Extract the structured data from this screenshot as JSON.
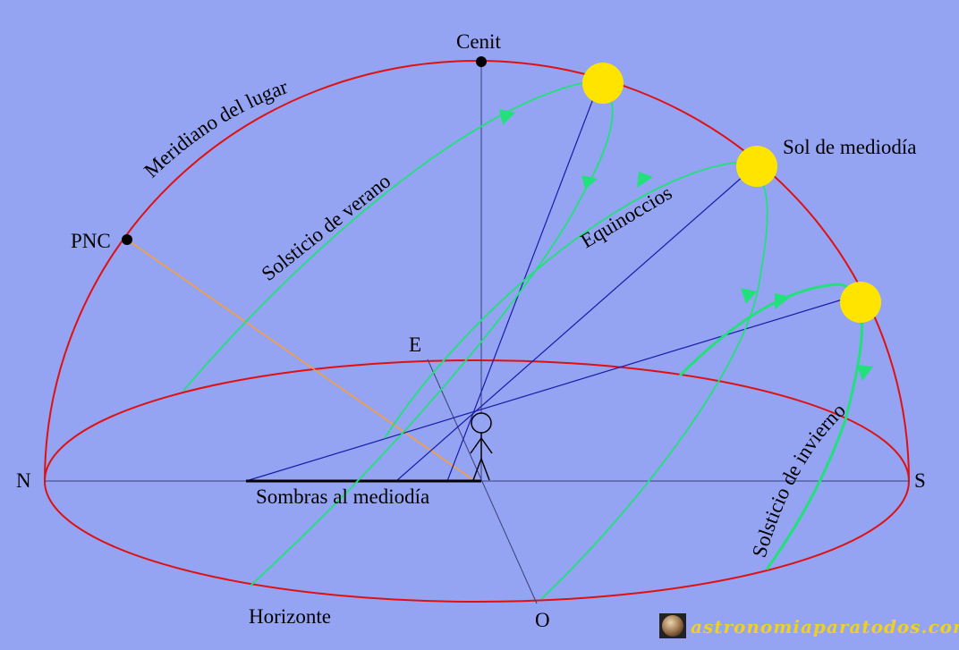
{
  "labels": {
    "zenith": "Cenit",
    "meridian": "Meridiano del lugar",
    "celestial_pole": "PNC",
    "north": "N",
    "south": "S",
    "east": "E",
    "west": "O",
    "horizon": "Horizonte",
    "noon_sun": "Sol de mediodía",
    "summer_solstice": "Solsticio de verano",
    "equinoxes": "Equinoccios",
    "winter_solstice": "Solsticio de invierno",
    "noon_shadows": "Sombras al mediodía"
  },
  "watermark": {
    "text": "astronomiaparatodos.com"
  },
  "colors": {
    "background": "#94a4f2",
    "meridian": "#e01010",
    "horizon": "#e01010",
    "sun_path": "#22e07a",
    "sun": "#ffe400",
    "sun_ray": "#1a1aa8",
    "polar_axis": "#ff9e2c",
    "watermark": "#f0d020"
  }
}
